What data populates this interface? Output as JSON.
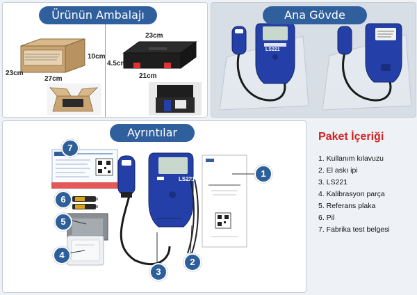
{
  "sections": {
    "packaging": "Ürünün Ambalajı",
    "main_body": "Ana Gövde",
    "details": "Ayrıntılar"
  },
  "dimensions": {
    "box_width": "27cm",
    "box_depth": "23cm",
    "box_height": "10cm",
    "case_width": "23cm",
    "case_height": "4.5cm",
    "case_depth": "21cm"
  },
  "device": {
    "model": "LS221"
  },
  "callouts": [
    "1",
    "2",
    "3",
    "4",
    "5",
    "6",
    "7"
  ],
  "package_contents": {
    "title": "Paket İçeriği",
    "items": [
      "1. Kullanım kılavuzu",
      "2. El askı ipi",
      "3. LS221",
      "4. Kalibrasyon parça",
      "5. Referans plaka",
      "6. Pil",
      "7. Fabrika test belgesi"
    ]
  },
  "colors": {
    "section_pill": "#2f5f9c",
    "device_blue": "#2440a8",
    "title_red": "#d42020",
    "callout_fill": "#2d5f9a"
  }
}
